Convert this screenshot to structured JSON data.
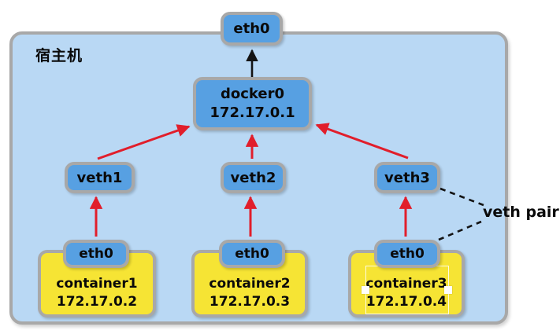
{
  "colors": {
    "host_fill": "#b9d8f4",
    "node_fill": "#57a0e2",
    "container_fill": "#f6e434",
    "border_gray": "#a8a8a8",
    "arrow_red": "#e11e2b",
    "arrow_black": "#141414",
    "text": "#0a0a0a"
  },
  "host": {
    "label": "宿主机"
  },
  "host_eth0": {
    "label": "eth0"
  },
  "bridge": {
    "name": "docker0",
    "ip": "172.17.0.1"
  },
  "veths": [
    {
      "label": "veth1"
    },
    {
      "label": "veth2"
    },
    {
      "label": "veth3"
    }
  ],
  "containers": [
    {
      "eth_label": "eth0",
      "name": "container1",
      "ip": "172.17.0.2"
    },
    {
      "eth_label": "eth0",
      "name": "container2",
      "ip": "172.17.0.3"
    },
    {
      "eth_label": "eth0",
      "name": "container3",
      "ip": "172.17.0.4"
    }
  ],
  "annotations": {
    "veth_pair": "veth pair"
  }
}
